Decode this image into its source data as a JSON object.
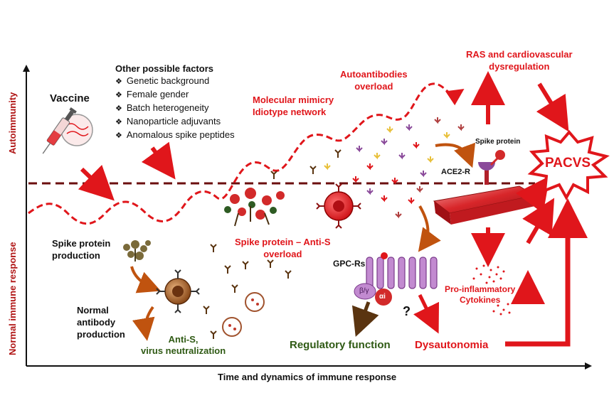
{
  "axes": {
    "x_label": "Time and dynamics of immune response",
    "y_label_top": "Autoimmunity",
    "y_label_bottom": "Normal immune  response"
  },
  "vaccine": {
    "label": "Vaccine"
  },
  "factors": {
    "title": "Other possible factors",
    "items": [
      "Genetic background",
      "Female gender",
      "Batch heterogeneity",
      "Nanoparticle adjuvants",
      "Anomalous spike peptides"
    ]
  },
  "labels": {
    "molecular_mimicry_1": "Molecular mimicry",
    "molecular_mimicry_2": "Idiotype network",
    "autoantibodies_1": "Autoantibodies",
    "autoantibodies_2": "overload",
    "ras_1": "RAS and cardiovascular",
    "ras_2": "dysregulation",
    "pacvs": "PACVS",
    "spike_protein": "Spike protein",
    "ace2r": "ACE2-R",
    "spike_production_1": "Spike protein",
    "spike_production_2": "production",
    "spike_overload_1": "Spike protein – Anti-S",
    "spike_overload_2": "overload",
    "normal_antibody_1": "Normal",
    "normal_antibody_2": "antibody",
    "normal_antibody_3": "production",
    "anti_s_1": "Anti-S,",
    "anti_s_2": "virus neutralization",
    "gpcrs": "GPC-Rs",
    "beta_gamma": "β/γ",
    "alpha_i": "αi",
    "question": "?",
    "regulatory": "Regulatory function",
    "dysautonomia": "Dysautonomia",
    "cytokines_1": "Pro-inflammatory",
    "cytokines_2": "Cytokines"
  },
  "colors": {
    "red": "#e0161b",
    "dark_red": "#8b1010",
    "orange_brown": "#c0530f",
    "purple": "#8a4a9a",
    "green": "#2f5a14",
    "yellow": "#e8c03a"
  }
}
